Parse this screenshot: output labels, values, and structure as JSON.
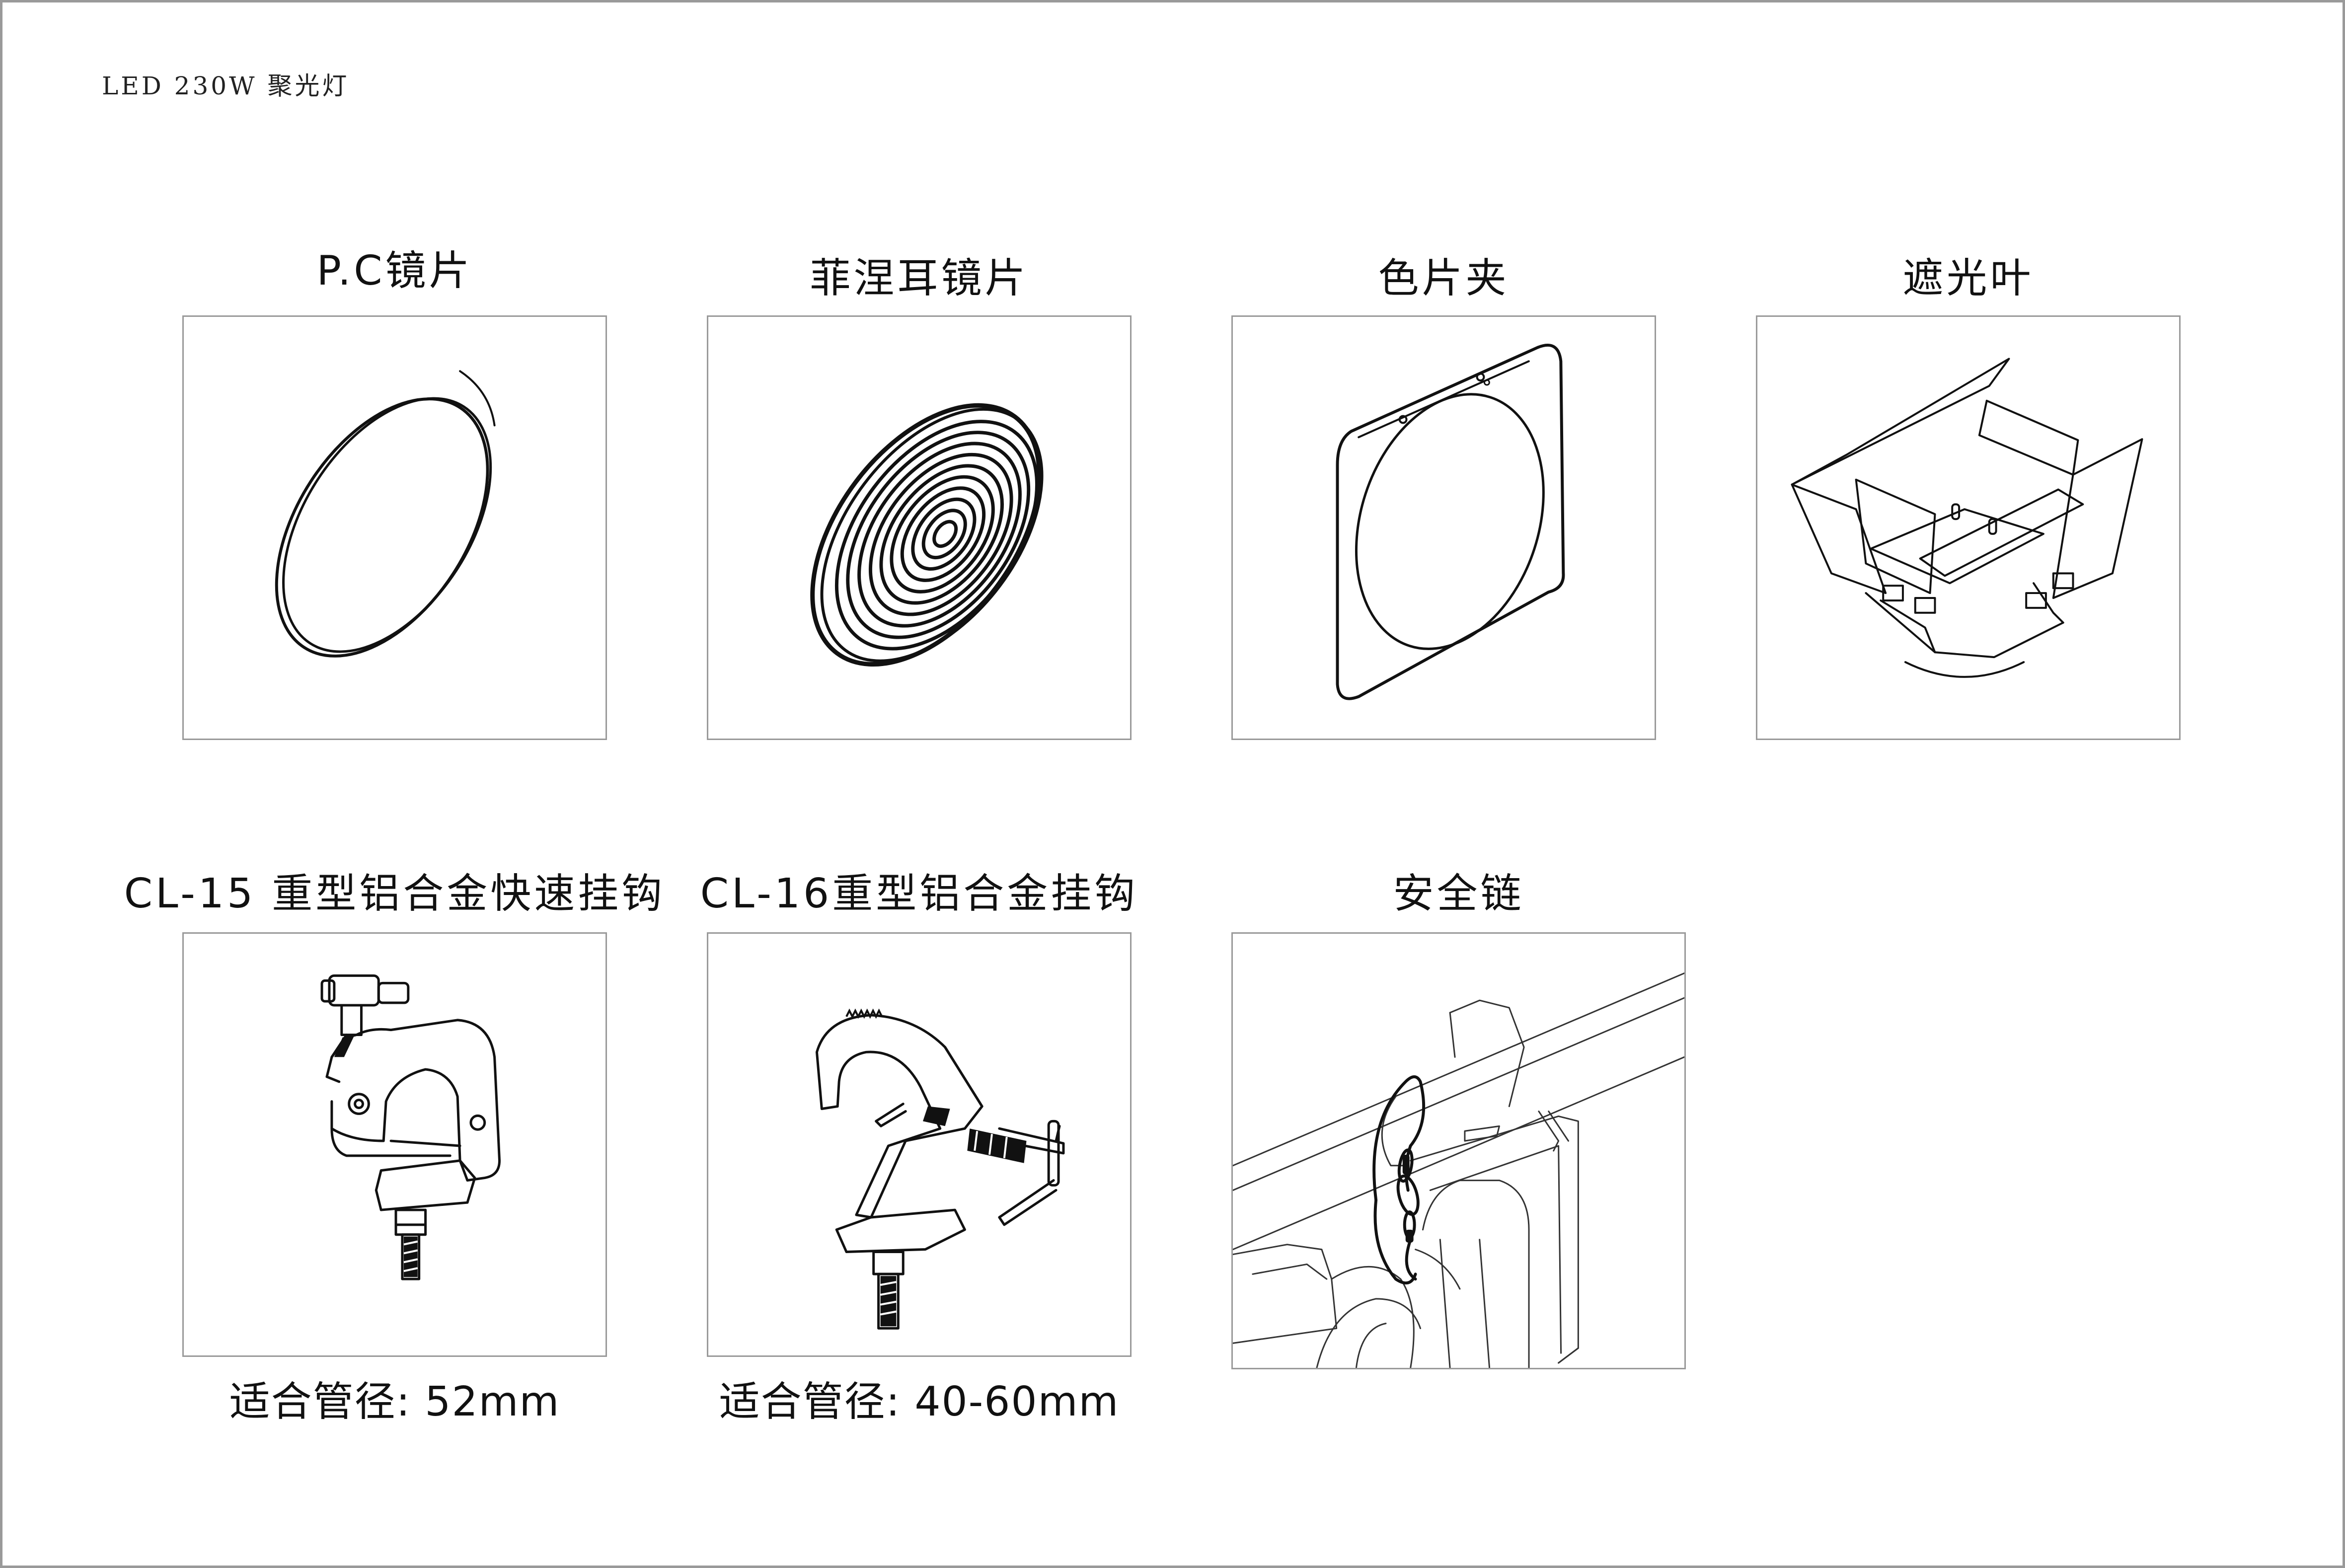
{
  "document": {
    "title": "LED 230W 聚光灯"
  },
  "accessories": [
    {
      "label": "P.C镜片",
      "icon": "pc-lens-icon"
    },
    {
      "label": "菲涅耳镜片",
      "icon": "fresnel-lens-icon"
    },
    {
      "label": "色片夹",
      "icon": "color-frame-icon"
    },
    {
      "label": "遮光叶",
      "icon": "barn-doors-icon"
    },
    {
      "label": "CL-15 重型铝合金快速挂钩",
      "icon": "quick-clamp-icon",
      "note": "适合管径: 52mm"
    },
    {
      "label": "CL-16重型铝合金挂钩",
      "icon": "hook-clamp-icon",
      "note": "适合管径: 40-60mm"
    },
    {
      "label": "安全链",
      "icon": "safety-cable-icon"
    }
  ],
  "colors": {
    "line": "#111111",
    "frame_border": "#9a9a9a",
    "background": "#ffffff"
  }
}
